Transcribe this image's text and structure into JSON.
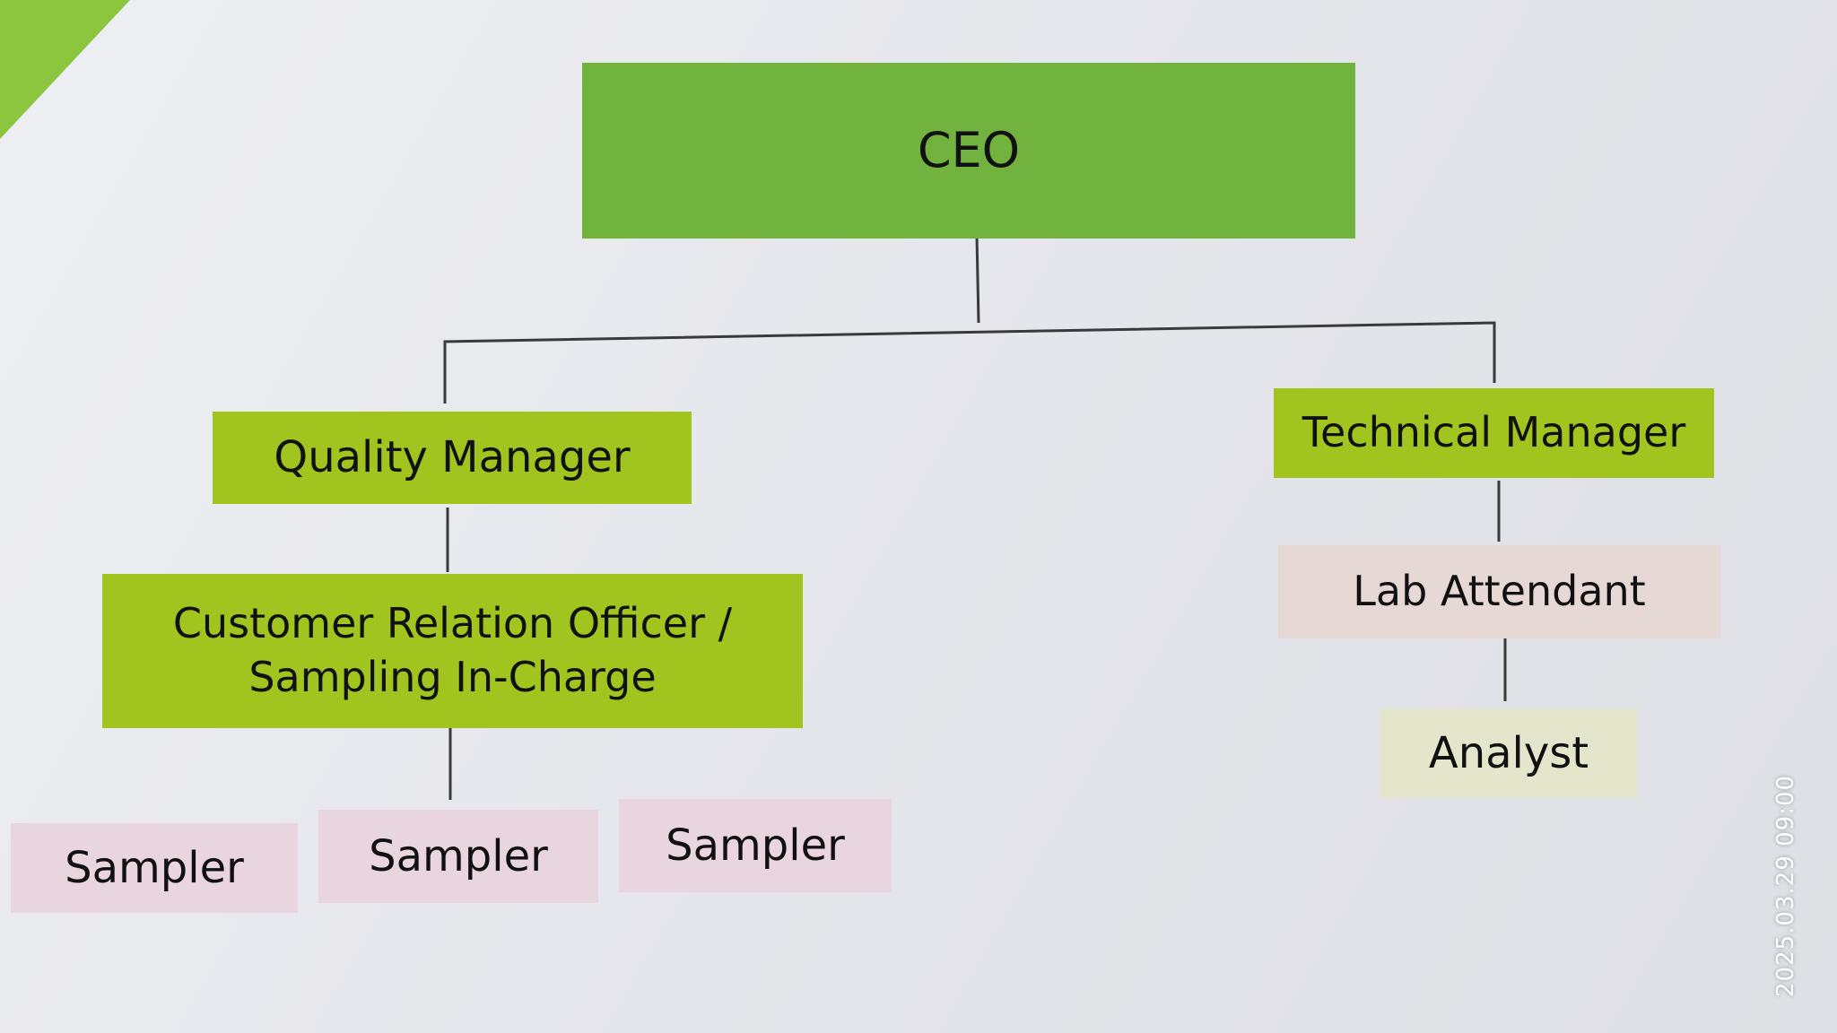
{
  "org_chart": {
    "ceo": "CEO",
    "quality_manager": "Quality Manager",
    "technical_manager": "Technical Manager",
    "cro_line1": "Customer Relation Officer /",
    "cro_line2": "Sampling In-Charge",
    "sampler_1": "Sampler",
    "sampler_2": "Sampler",
    "sampler_3": "Sampler",
    "lab_attendant": "Lab Attendant",
    "analyst": "Analyst"
  },
  "timestamp": "2025.03.29 09:00",
  "colors": {
    "ceo_box": "#72b23f",
    "manager_box": "#a2c41f",
    "sampler_box": "#e8d5de",
    "lab_attendant_box": "#e6d9d5",
    "analyst_box": "#e4e6cc",
    "connector": "#3a3a3a"
  }
}
